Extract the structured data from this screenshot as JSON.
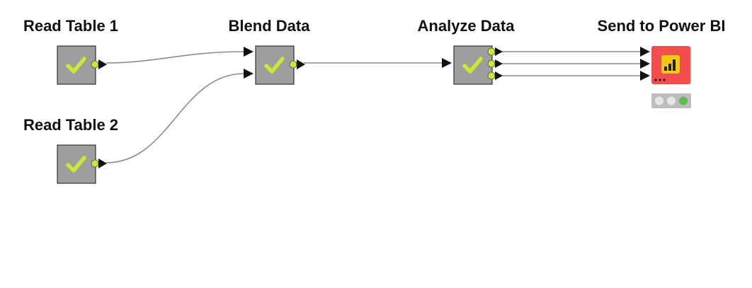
{
  "workflow": {
    "nodes": [
      {
        "id": "read-table-1",
        "label": "Read Table 1",
        "status": "executed",
        "icon": "checkmark-icon"
      },
      {
        "id": "read-table-2",
        "label": "Read Table 2",
        "status": "executed",
        "icon": "checkmark-icon"
      },
      {
        "id": "blend-data",
        "label": "Blend Data",
        "status": "executed",
        "icon": "checkmark-icon"
      },
      {
        "id": "analyze-data",
        "label": "Analyze Data",
        "status": "executed",
        "icon": "checkmark-icon"
      },
      {
        "id": "send-to-power-bi",
        "label": "Send to Power BI",
        "status": "configured",
        "icon": "power-bi-icon",
        "traffic_light": "green"
      }
    ],
    "connections": [
      {
        "from": "read-table-1",
        "to": "blend-data"
      },
      {
        "from": "read-table-2",
        "to": "blend-data"
      },
      {
        "from": "blend-data",
        "to": "analyze-data"
      },
      {
        "from": "analyze-data",
        "to": "send-to-power-bi"
      },
      {
        "from": "analyze-data",
        "to": "send-to-power-bi"
      },
      {
        "from": "analyze-data",
        "to": "send-to-power-bi"
      }
    ]
  },
  "colors": {
    "node_body": "#9e9e9e",
    "checkmark": "#c8ea35",
    "port": "#c8ea35",
    "connection": "#8c8c8c",
    "power_bi_node": "#f24e4e",
    "power_bi_logo": "#f2c811",
    "traffic_light_on": "#5cc050",
    "traffic_light_off": "#e6e6e6"
  }
}
